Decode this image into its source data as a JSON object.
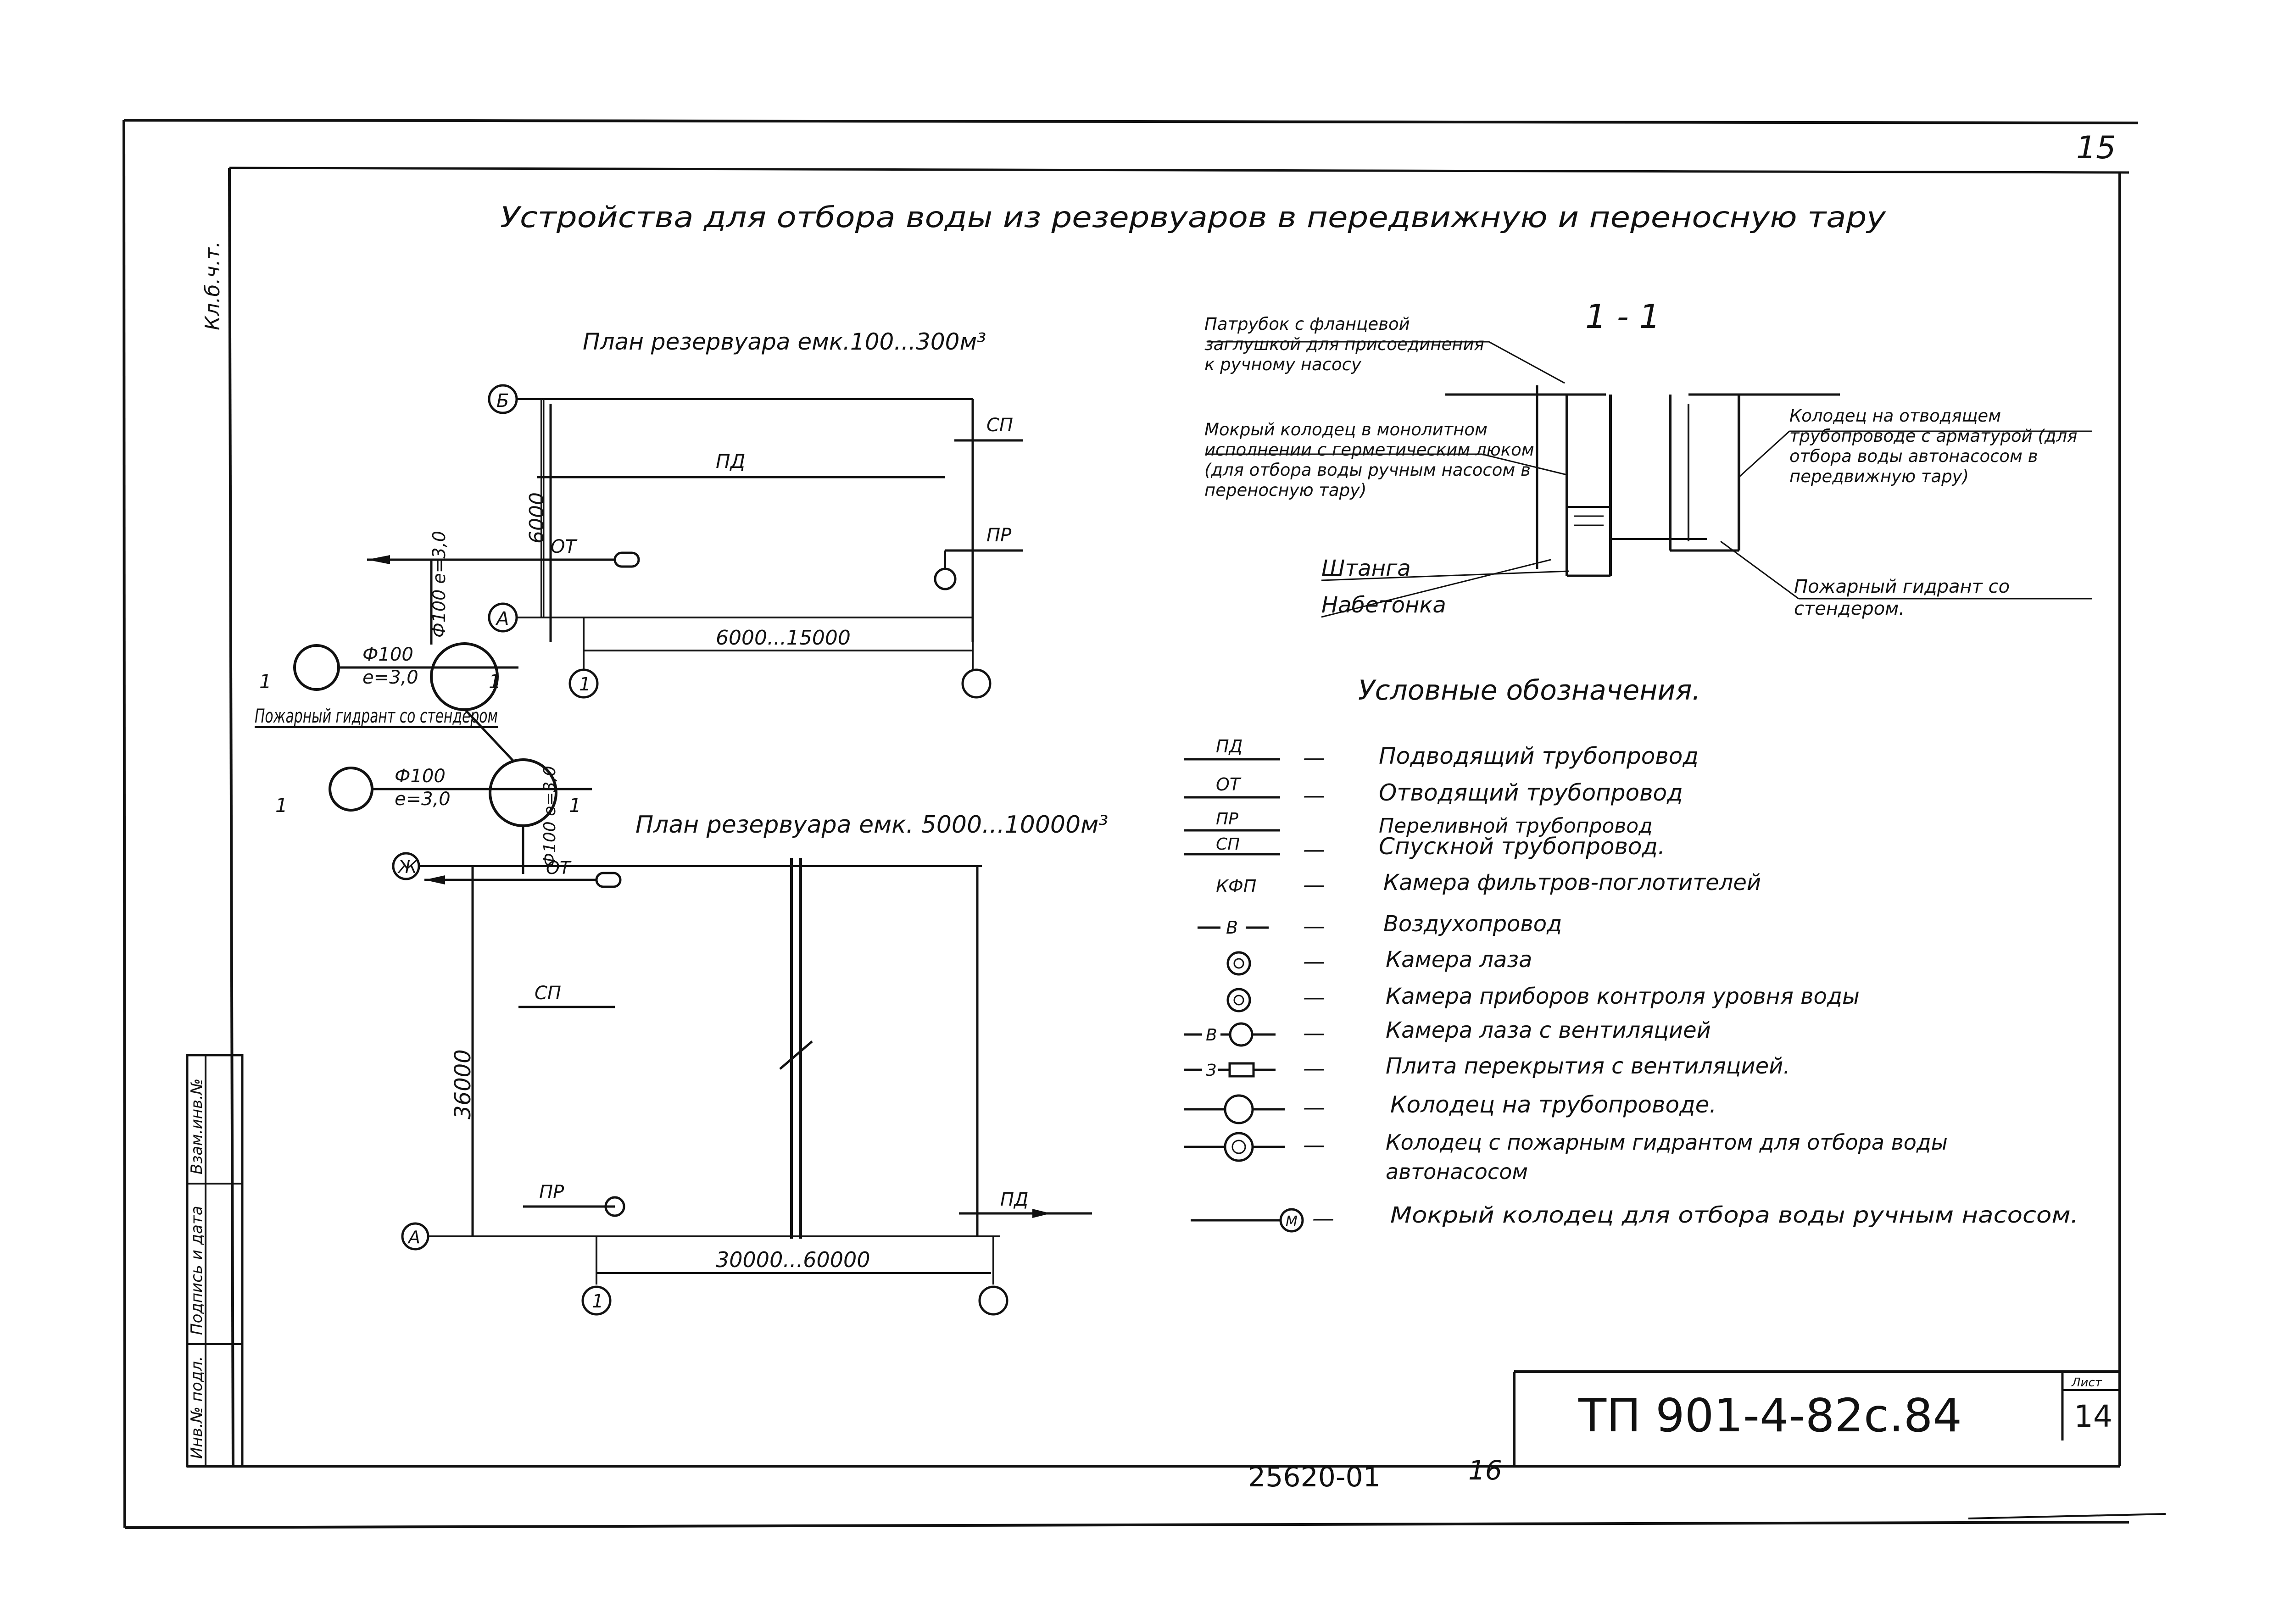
{
  "page_number": "15",
  "side_label": "Кл.б.ч.т.",
  "title": "Устройства для отбора воды из резервуаров в передвижную и переносную тару",
  "plan_small": {
    "title": "План резервуара емк.100...300м³",
    "axis_top": "Б",
    "axis_bottom": "А",
    "axis_col1": "1",
    "dim_vertical": "6000",
    "dim_horizontal": "6000...15000",
    "label_pd": "ПД",
    "label_sp": "СП",
    "label_pr": "ПР",
    "label_ot": "ОТ",
    "pipe_label": "Ф100 е=3,0"
  },
  "hydrants": {
    "label": "Пожарный гидрант со стендером",
    "hydrant1_size": "Ф100",
    "hydrant1_e": "е=3,0",
    "hydrant2_size": "Ф100",
    "hydrant2_e": "е=3,0",
    "section_mark": "1",
    "pipe_vertical": "Ф100 е=3,0"
  },
  "plan_large": {
    "title": "План резервуара емк. 5000...10000м³",
    "axis_top": "Ж",
    "axis_bottom": "А",
    "axis_col1": "1",
    "dim_vertical": "36000",
    "dim_horizontal": "30000...60000",
    "label_ot": "ОТ",
    "label_sp": "СП",
    "label_pr": "ПР",
    "label_pd": "ПД"
  },
  "section": {
    "title": "1 - 1",
    "callout_nozzle": "Патрубок с фланцевой заглушкой для присоединения к ручному насосу",
    "callout_wet_well": "Мокрый колодец в монолитном исполнении с герметическим люком (для отбора воды ручным насосом в переносную тару)",
    "callout_rod": "Штанга",
    "callout_concrete": "Набетонка",
    "callout_outlet_well": "Колодец на отводящем трубопроводе с арматурой (для отбора воды автонасосом в передвижную тару)",
    "callout_hydrant": "Пожарный гидрант со стендером."
  },
  "legend": {
    "title": "Условные обозначения.",
    "dash": "—",
    "items": [
      {
        "symbol": "ПД",
        "text": "Подводящий трубопровод"
      },
      {
        "symbol": "ОТ",
        "text": "Отводящий трубопровод"
      },
      {
        "symbol": "ПР",
        "text": "Переливной трубопровод"
      },
      {
        "symbol": "СП",
        "text": "Спускной трубопровод."
      },
      {
        "symbol": "КФП",
        "text": "Камера фильтров-поглотителей"
      },
      {
        "symbol": "В",
        "text": "Воздухопровод"
      },
      {
        "symbol": "",
        "text": "Камера лаза"
      },
      {
        "symbol": "",
        "text": "Камера приборов контроля уровня воды"
      },
      {
        "symbol": "В",
        "text": "Камера лаза с вентиляцией"
      },
      {
        "symbol": "З",
        "text": "Плита перекрытия с вентиляцией."
      },
      {
        "symbol": "",
        "text": "Колодец на трубопроводе."
      },
      {
        "symbol": "",
        "text": "Колодец с пожарным гидрантом для отбора воды автонасосом"
      },
      {
        "symbol": "М",
        "text": "Мокрый колодец для отбора воды ручным насосом."
      }
    ]
  },
  "stamp": {
    "doc_code": "ТП 901-4-82с.84",
    "sheet_label": "Лист",
    "sheet_number": "14",
    "col1": "Инв.№ подл.",
    "col2": "Подпись и дата",
    "col3": "Взам.инв.№"
  },
  "footer": {
    "code": "25620-01",
    "sheet": "16"
  }
}
